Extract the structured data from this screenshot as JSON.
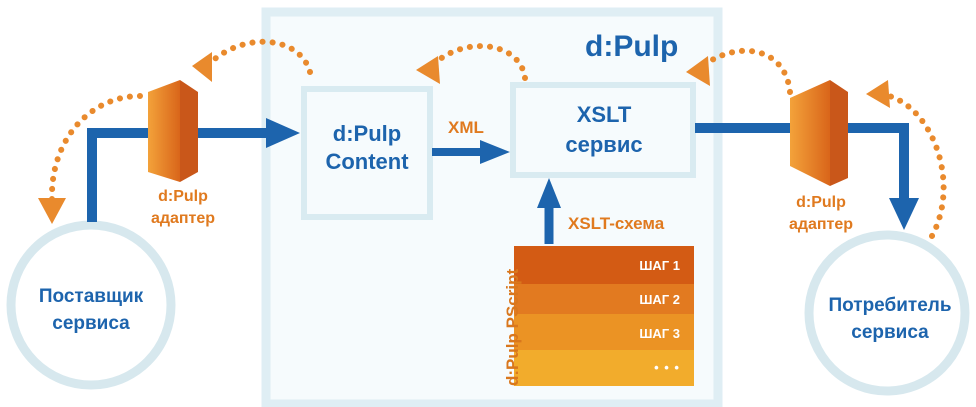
{
  "colors": {
    "blue": "#1d64ad",
    "orange": "#e07a1f",
    "orange2": "#d9771d",
    "panel_border": "#dfeef4",
    "circle_border": "#d7e8ee",
    "step_colors": [
      "#d35b14",
      "#e27a20",
      "#eb9324",
      "#f2ac2c"
    ]
  },
  "title": "d:Pulp",
  "content_box": {
    "label": "d:Pulp Content"
  },
  "xslt_box": {
    "line1": "XSLT",
    "line2": "сервис"
  },
  "xml_label": "XML",
  "schema_label": "XSLT-схема",
  "pscript": {
    "label": "d:Pulp PScript",
    "steps": [
      "ШАГ 1",
      "ШАГ 2",
      "ШАГ 3",
      "• • •"
    ]
  },
  "left_adapter": {
    "line1": "d:Pulp",
    "line2": "адаптер"
  },
  "right_adapter": {
    "line1": "d:Pulp",
    "line2": "адаптер"
  },
  "supplier": {
    "line1": "Поставщик",
    "line2": "сервиса"
  },
  "consumer": {
    "line1": "Потребитель",
    "line2": "сервиса"
  }
}
